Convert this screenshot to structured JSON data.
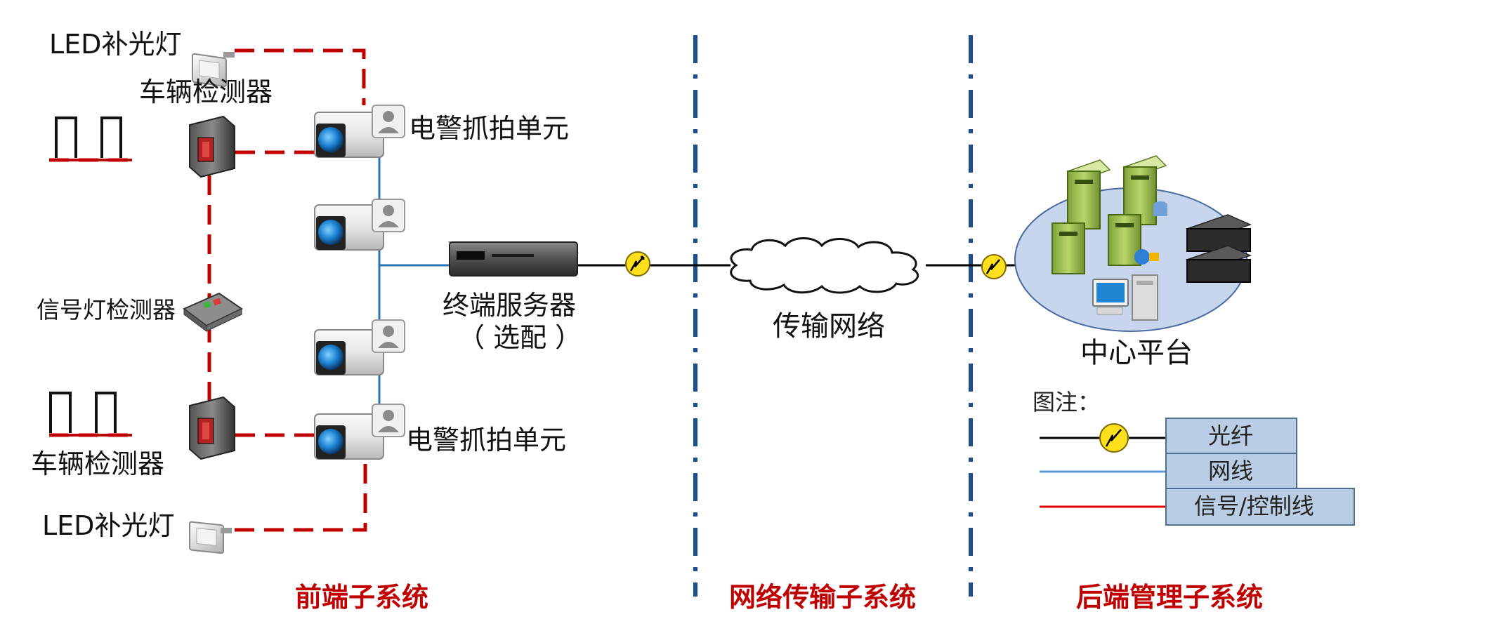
{
  "diagram": {
    "labels": {
      "led_top": "LED补光灯",
      "vehicle_detector_top": "车辆检测器",
      "capture_unit_top": "电警抓拍单元",
      "signal_detector": "信号灯检测器",
      "terminal_server": "终端服务器",
      "terminal_server_note": "（ 选配 ）",
      "transport_network": "传输网络",
      "center_platform": "中心平台",
      "capture_unit_bottom": "电警抓拍单元",
      "vehicle_detector_bottom": "车辆检测器",
      "led_bottom": "LED补光灯"
    },
    "sections": {
      "front": "前端子系统",
      "network": "网络传输子系统",
      "backend": "后端管理子系统"
    },
    "legend": {
      "title": "图注：",
      "items": [
        {
          "label": "光纤",
          "color": "#000000",
          "icon": "fiber-coupler-icon"
        },
        {
          "label": "网线",
          "color": "#5b9bd5"
        },
        {
          "label": "信号/控制线",
          "color": "#e00000"
        }
      ]
    },
    "colors": {
      "signal_line": "#c00000",
      "network_line": "#2e75b6",
      "fiber_line": "#000000",
      "section_title": "#c00000",
      "divider": "#1f4e8c",
      "legend_box_fill": "#b9cde5",
      "legend_box_border": "#4f6d8f"
    }
  }
}
